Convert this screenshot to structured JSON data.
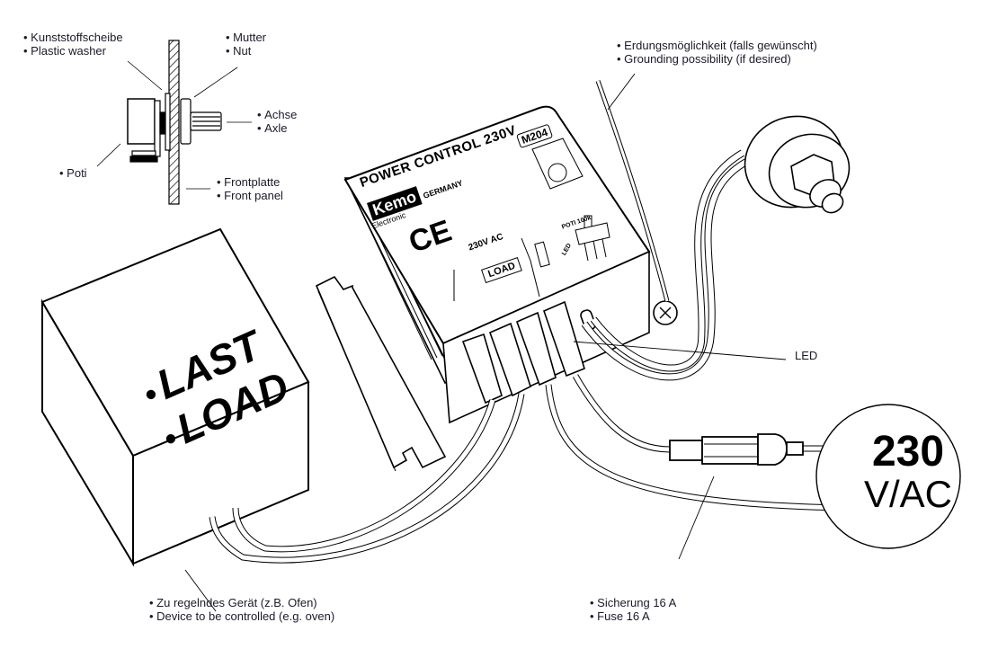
{
  "diagram": {
    "title": "Power Control 230V wiring diagram",
    "mounting_detail": {
      "labels": {
        "plastic_washer": [
          "Kunststoffscheibe",
          "Plastic washer"
        ],
        "nut": [
          "Mutter",
          "Nut"
        ],
        "axle": [
          "Achse",
          "Axle"
        ],
        "poti": [
          "Poti"
        ],
        "front_panel": [
          "Frontplatte",
          "Front panel"
        ]
      }
    },
    "grounding": [
      "Erdungsmöglichkeit (falls gewünscht)",
      "Grounding possibility (if desired)"
    ],
    "device": {
      "title": "POWER CONTROL 230V",
      "brand": "Kemo",
      "country": "GERMANY",
      "brand_sub": "Electronic",
      "model": "M204",
      "ce_mark": "CE",
      "ac_label": "230V AC",
      "load_chip": "LOAD",
      "poti_label": "POTI 100k",
      "led_mini": "LED"
    },
    "led_label": "LED",
    "load_box": {
      "line1": "LAST",
      "line2": "LOAD"
    },
    "load_caption": [
      "Zu regelndes Gerät (z.B. Ofen)",
      "Device to be controlled (e.g. oven)"
    ],
    "fuse_caption": [
      "Sicherung 16 A",
      "Fuse 16 A"
    ],
    "mains": {
      "voltage": "230",
      "unit": "V/AC"
    }
  }
}
